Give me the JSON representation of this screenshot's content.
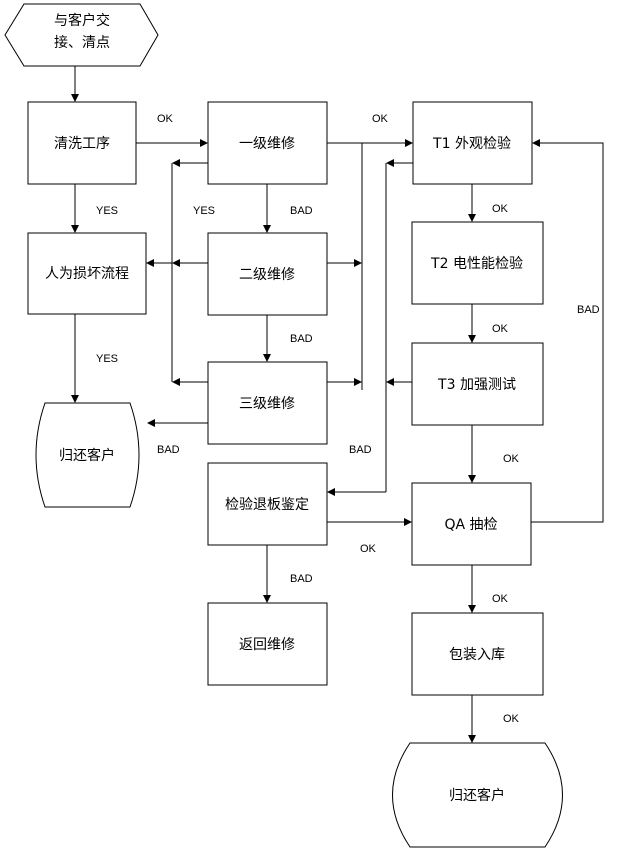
{
  "nodes": {
    "start": [
      "与客户交",
      "接、清点"
    ],
    "cleaning": "清洗工序",
    "human_damage": "人为损坏流程",
    "return_customer_left": "归还客户",
    "repair_l1": "一级维修",
    "repair_l2": "二级维修",
    "repair_l3": "三级维修",
    "board_inspect": "检验退板鉴定",
    "return_repair": "返回维修",
    "t1": "T1 外观检验",
    "t2": "T2 电性能检验",
    "t3": "T3 加强测试",
    "qa": "QA 抽检",
    "packing": "包装入库",
    "return_customer_right": "归还客户"
  },
  "labels": {
    "ok": "OK",
    "yes": "YES",
    "bad": "BAD"
  },
  "colors": {
    "stroke": "#000000",
    "fill": "#ffffff"
  }
}
